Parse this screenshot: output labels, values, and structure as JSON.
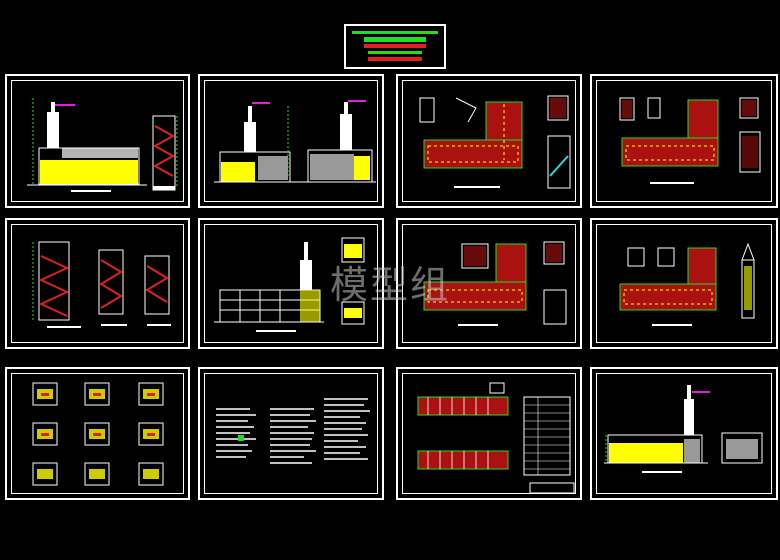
{
  "drawing_set": {
    "watermark": "模型组",
    "colors": {
      "background": "#000000",
      "frame": "#ffffff",
      "green": "#22dd22",
      "red": "#dd2222",
      "yellow": "#ffff00",
      "magenta": "#dd22dd",
      "cyan": "#22dddd"
    },
    "sheets": [
      {
        "id": "s1",
        "kind": "elevation-tower"
      },
      {
        "id": "s2",
        "kind": "elevation-pair"
      },
      {
        "id": "s3",
        "kind": "plan-l"
      },
      {
        "id": "s4",
        "kind": "plan-l"
      },
      {
        "id": "s5",
        "kind": "stair-sections"
      },
      {
        "id": "s6",
        "kind": "section-tower"
      },
      {
        "id": "s7",
        "kind": "plan-l"
      },
      {
        "id": "s8",
        "kind": "plan-l"
      },
      {
        "id": "s9",
        "kind": "detail-grid"
      },
      {
        "id": "s10",
        "kind": "notes"
      },
      {
        "id": "s11",
        "kind": "plan-bars-table"
      },
      {
        "id": "s12",
        "kind": "elevation-tower-right"
      }
    ]
  }
}
